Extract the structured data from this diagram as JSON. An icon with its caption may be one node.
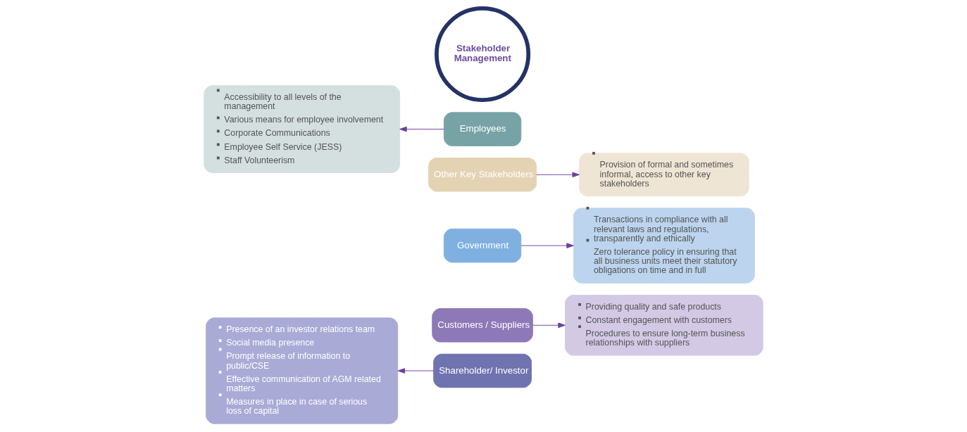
{
  "diagram": {
    "nodes": [
      {
        "text": [
          "Shareholder/ Investor"
        ]
      },
      {
        "text": [
          "Customers / Suppliers"
        ]
      },
      {
        "text": [
          "Government"
        ]
      },
      {
        "text": [
          "Other Key Stakeholders"
        ]
      },
      {
        "text": [
          "Employees"
        ]
      },
      {
        "text": [
          "Stakeholder Management"
        ]
      },
      {
        "text": [
          "Presence of an investor relations team",
          "Social media presence",
          "Prompt release of information to public/CSE",
          "Effective communication of AGM related matters",
          "Measures in place in case of serious loss of capital"
        ]
      },
      {
        "text": [
          "Providing quality and safe products",
          "Constant engagement with customers",
          "Procedures to ensure long-term business relationships with suppliers"
        ]
      },
      {
        "text": [
          "Transactions in compliance with all relevant laws and regulations, transparently and ethically",
          "Zero tolerance policy in ensuring that all business units meet their statutory obligations on time and in full"
        ]
      },
      {
        "text": [
          "Provision of formal and sometimes informal, access to other key stakeholders"
        ]
      },
      {
        "text": [
          "Accessibility to all levels of the management",
          "Various means for employee involvement",
          "Corporate Communications",
          "Employee Self Service (JESS)",
          "Staff Volunteerism"
        ]
      }
    ],
    "edges": [
      {
        "from": 0,
        "to": 6,
        "arrow": "to"
      },
      {
        "from": 1,
        "to": 7,
        "arrow": "to"
      },
      {
        "from": 2,
        "to": 8,
        "arrow": "to"
      },
      {
        "from": 3,
        "to": 9,
        "arrow": "to"
      },
      {
        "from": 4,
        "to": 10,
        "arrow": "to"
      }
    ]
  }
}
